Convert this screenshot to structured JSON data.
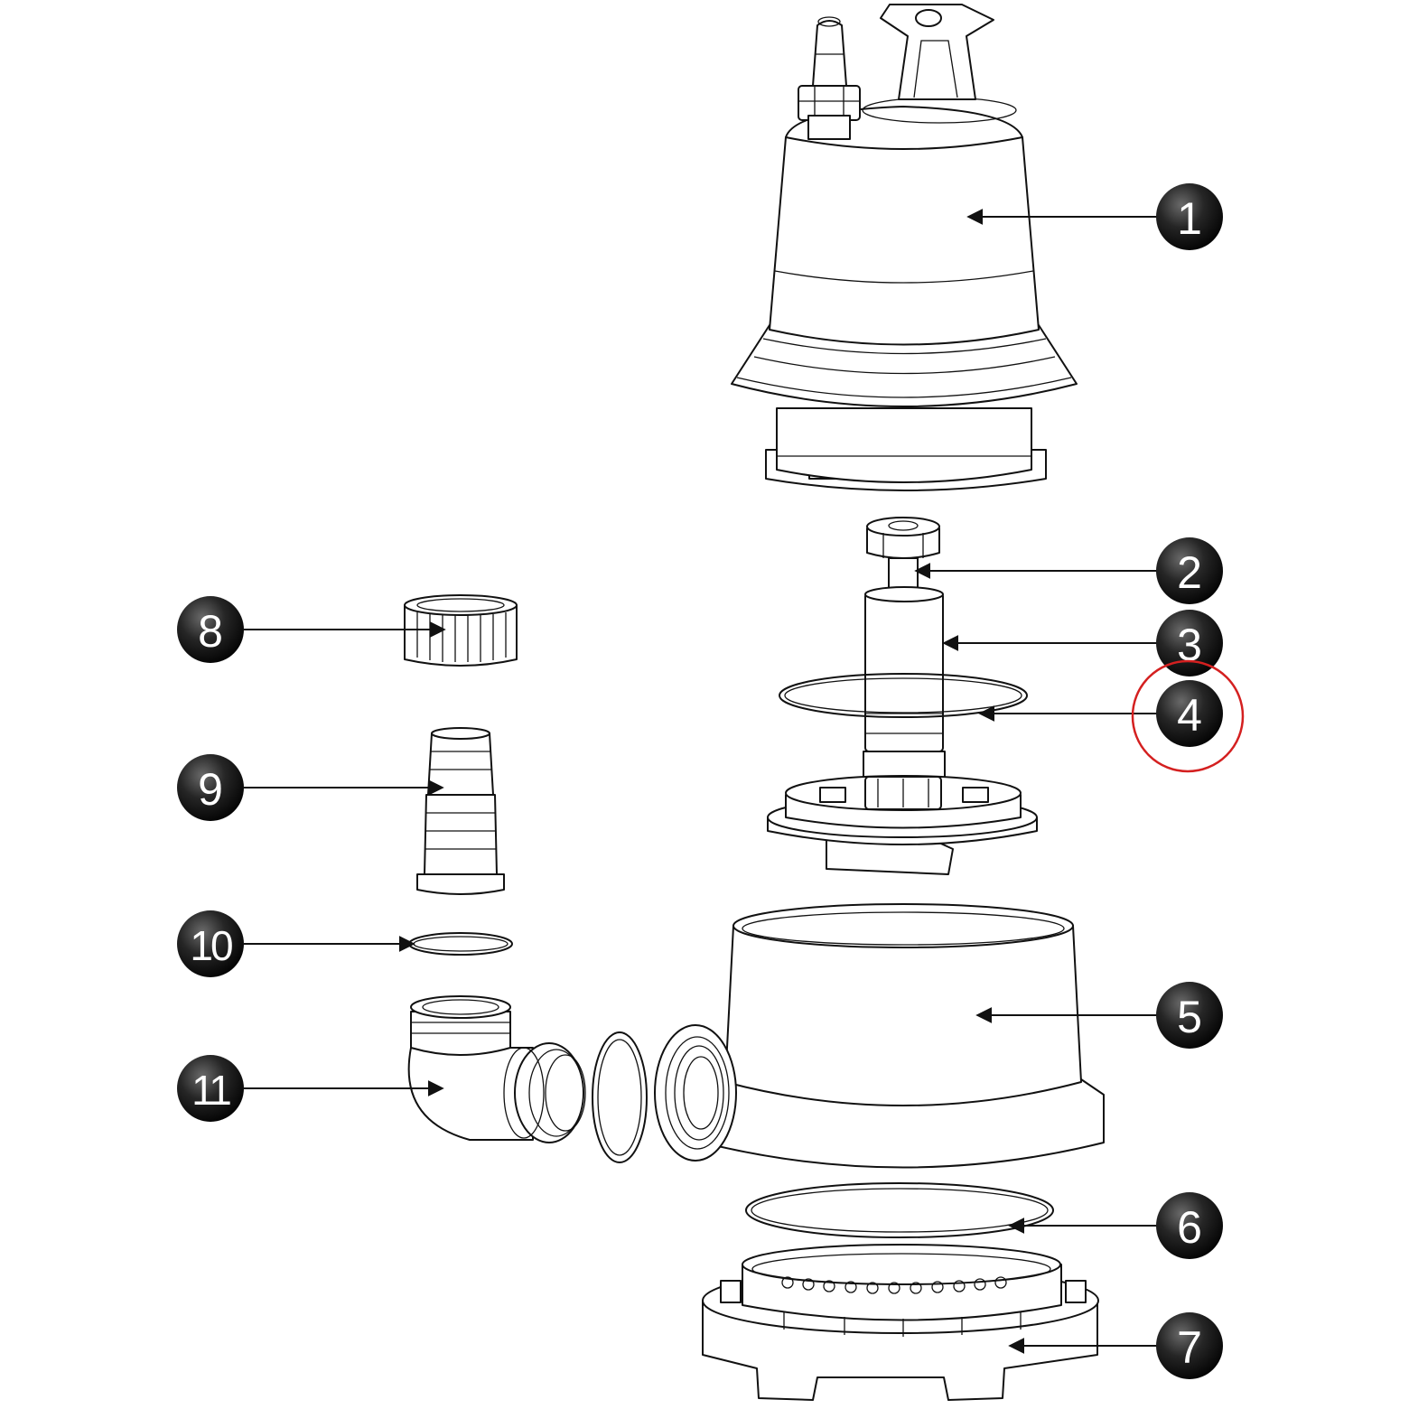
{
  "callouts": [
    {
      "id": "part-1",
      "label": "1"
    },
    {
      "id": "part-2",
      "label": "2"
    },
    {
      "id": "part-3",
      "label": "3"
    },
    {
      "id": "part-4",
      "label": "4",
      "highlighted": true
    },
    {
      "id": "part-5",
      "label": "5"
    },
    {
      "id": "part-6",
      "label": "6"
    },
    {
      "id": "part-7",
      "label": "7"
    },
    {
      "id": "part-8",
      "label": "8"
    },
    {
      "id": "part-9",
      "label": "9"
    },
    {
      "id": "part-10",
      "label": "10"
    },
    {
      "id": "part-11",
      "label": "11"
    }
  ],
  "colors": {
    "line": "#111111",
    "badge_fill": "#1a1a1a",
    "badge_text": "#ffffff",
    "highlight_ring": "#d42020",
    "background": "#ffffff"
  }
}
